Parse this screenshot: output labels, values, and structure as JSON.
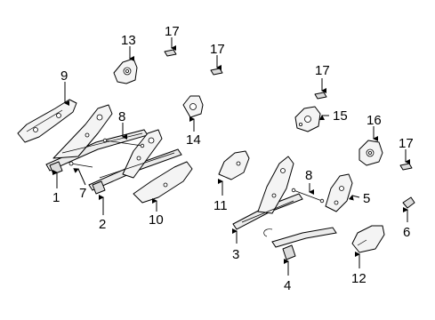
{
  "callouts": {
    "c1": "1",
    "c2": "2",
    "c3": "3",
    "c4": "4",
    "c5": "5",
    "c6": "6",
    "c7": "7",
    "c8a": "8",
    "c8b": "8",
    "c9": "9",
    "c10": "10",
    "c11": "11",
    "c12": "12",
    "c13": "13",
    "c14": "14",
    "c15": "15",
    "c16": "16",
    "c17a": "17",
    "c17b": "17",
    "c17c": "17",
    "c17d": "17"
  }
}
